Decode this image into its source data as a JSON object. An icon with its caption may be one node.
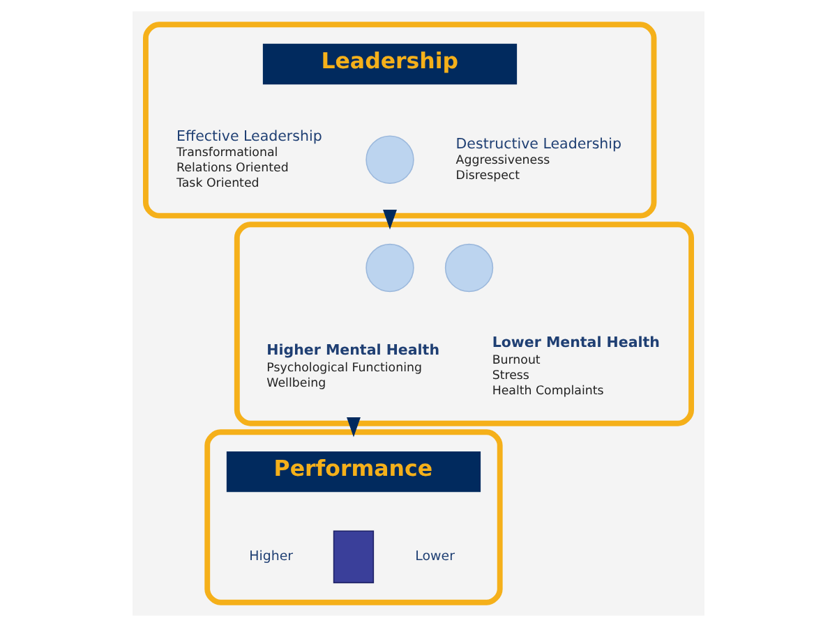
{
  "diagram": {
    "nodes": [
      {
        "text": [],
        "shape": "box"
      },
      {
        "text": [
          "Leadership"
        ],
        "in": 0
      },
      {
        "text": [
          "Effective Leadership",
          "Transformational",
          "Relations Oriented",
          "Task Oriented"
        ],
        "in": 0
      },
      {
        "text": [],
        "shape": "circle",
        "in": 0
      },
      {
        "text": [
          "Destructive Leadership",
          "Aggressiveness",
          "Disrespect"
        ],
        "in": 0
      },
      {
        "text": [],
        "shape": "box"
      },
      {
        "text": [],
        "shape": "circle",
        "in": 5
      },
      {
        "text": [
          "Higher Mental Health",
          "Psychological Functioning",
          "Wellbeing"
        ],
        "in": 5
      },
      {
        "text": [],
        "shape": "circle",
        "in": 5
      },
      {
        "text": [
          "Lower Mental Health",
          "Burnout",
          "Stress",
          "Health Complaints"
        ],
        "in": 5
      },
      {
        "text": [],
        "shape": "box"
      },
      {
        "text": [
          "Performance"
        ],
        "in": 10
      },
      {
        "text": [],
        "shape": "box",
        "in": 10
      }
    ],
    "edges": [
      {
        "from": 0,
        "to": 5,
        "arrow": "to"
      },
      {
        "from": 5,
        "to": 10,
        "arrow": "to"
      }
    ],
    "labels": [
      "Higher",
      "Lower"
    ]
  }
}
